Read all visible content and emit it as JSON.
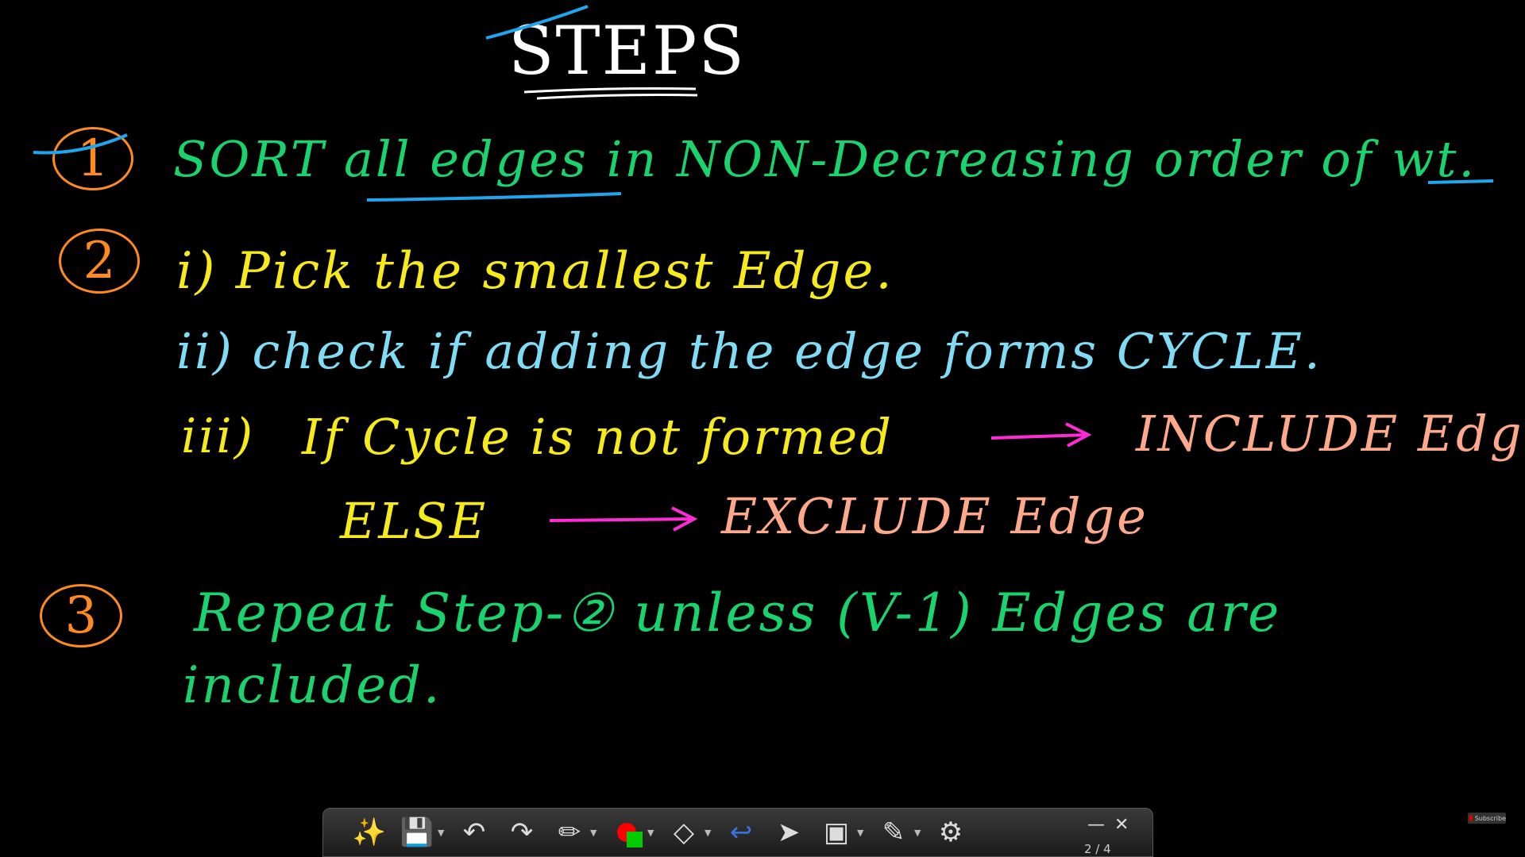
{
  "board": {
    "title": "STEPS",
    "step1": {
      "number": "1",
      "text": "SORT all edges in NON-Decreasing order of wt."
    },
    "step2": {
      "number": "2",
      "sub1": "i) Pick the smallest Edge.",
      "sub2": "ii) check if adding the edge forms CYCLE.",
      "sub3_prefix": "iii)",
      "sub3_text": "If Cycle is not formed",
      "sub3_result": "INCLUDE Edge",
      "else_label": "ELSE",
      "else_result": "EXCLUDE Edge"
    },
    "step3": {
      "number": "3",
      "line1": "Repeat Step-② unless (V-1) Edges are",
      "line2": "included."
    }
  },
  "toolbar": {
    "icons": [
      "magic-wand-icon",
      "save-icon",
      "undo-icon",
      "redo-icon",
      "pen-icon",
      "color-picker-icon",
      "eraser-icon",
      "curve-undo-icon",
      "pointer-icon",
      "background-icon",
      "highlighter-icon",
      "settings-icon"
    ],
    "page_indicator": "2 / 4"
  },
  "badge": {
    "label": "Subscribe"
  },
  "colors": {
    "green": "#19d36e",
    "yellow": "#f6ea1a",
    "cyan": "#7fdcf5",
    "orange": "#ff8a1e",
    "peach": "#ffa98a",
    "magenta": "#ff2bd6",
    "blue": "#1fa6ee"
  }
}
